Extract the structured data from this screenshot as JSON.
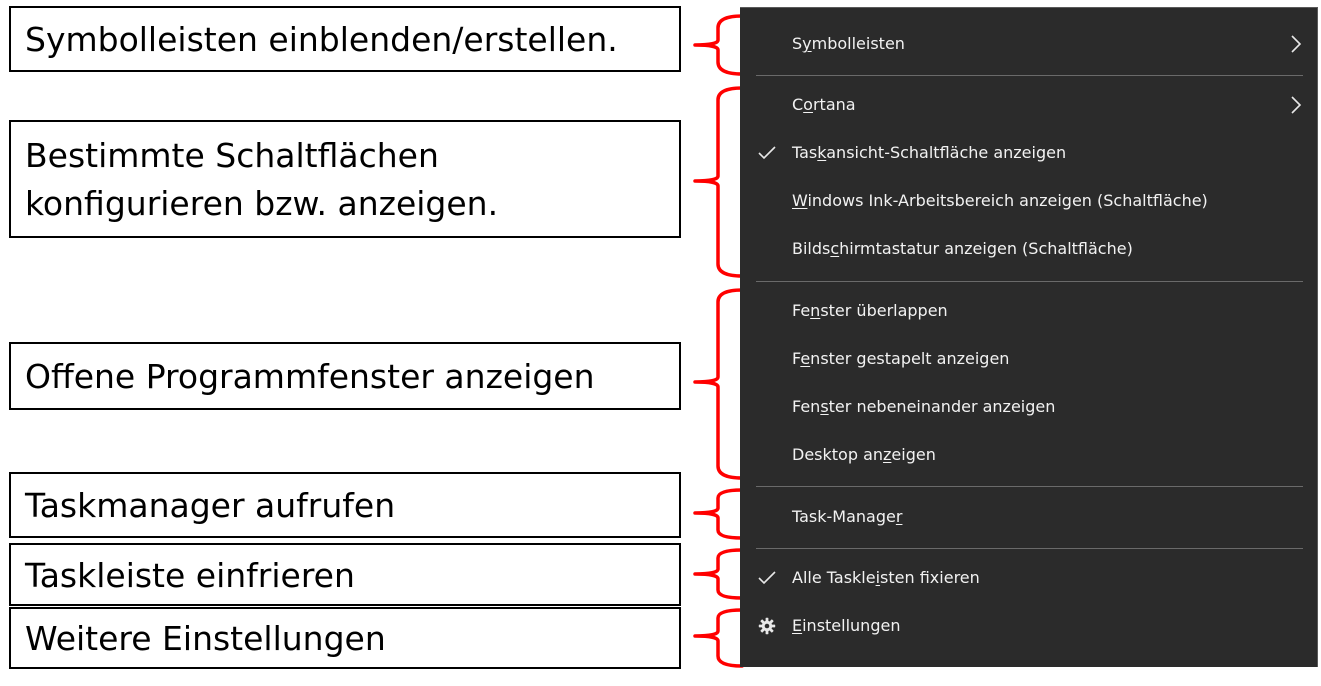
{
  "annotations": [
    {
      "text": "Symbolleisten einblenden/erstellen."
    },
    {
      "text_line1": "Bestimmte Schaltflächen",
      "text_line2": "konfigurieren bzw. anzeigen."
    },
    {
      "text": "Offene Programmfenster anzeigen"
    },
    {
      "text": "Taskmanager aufrufen"
    },
    {
      "text": "Taskleiste einfrieren"
    },
    {
      "text": "Weitere Einstellungen"
    }
  ],
  "menu": {
    "symbolleisten": {
      "pre": "S",
      "u": "y",
      "post": "mbolleisten"
    },
    "cortana": {
      "pre": "C",
      "u": "o",
      "post": "rtana"
    },
    "taskansicht": {
      "pre": "Tas",
      "u": "k",
      "post": "ansicht-Schaltfläche anzeigen"
    },
    "windows_ink": {
      "pre": "",
      "u": "W",
      "post": "indows Ink-Arbeitsbereich anzeigen (Schaltfläche)"
    },
    "bildschirmtastatur": {
      "pre": "Bilds",
      "u": "c",
      "post": "hirmtastatur anzeigen (Schaltfläche)"
    },
    "ueberlappen": {
      "pre": "Fe",
      "u": "n",
      "post": "ster überlappen"
    },
    "gestapelt": {
      "pre": "F",
      "u": "e",
      "post": "nster gestapelt anzeigen"
    },
    "nebeneinander": {
      "pre": "Fen",
      "u": "s",
      "post": "ter nebeneinander anzeigen"
    },
    "desktop": {
      "pre": "Desktop an",
      "u": "z",
      "post": "eigen"
    },
    "taskmanager": {
      "pre": "Task-Manage",
      "u": "r",
      "post": ""
    },
    "fixieren": {
      "pre": "Alle Taskle",
      "u": "i",
      "post": "sten fixieren"
    },
    "einstellungen": {
      "pre": "",
      "u": "E",
      "post": "instellungen"
    }
  },
  "colors": {
    "menu_bg": "#2b2b2b",
    "menu_text": "#f2f2f2",
    "bracket": "#ff0000",
    "separator": "#6a6a6a"
  },
  "icons": {
    "submenu": "chevron-right-icon",
    "checked": "checkmark-icon",
    "settings": "gear-icon"
  }
}
